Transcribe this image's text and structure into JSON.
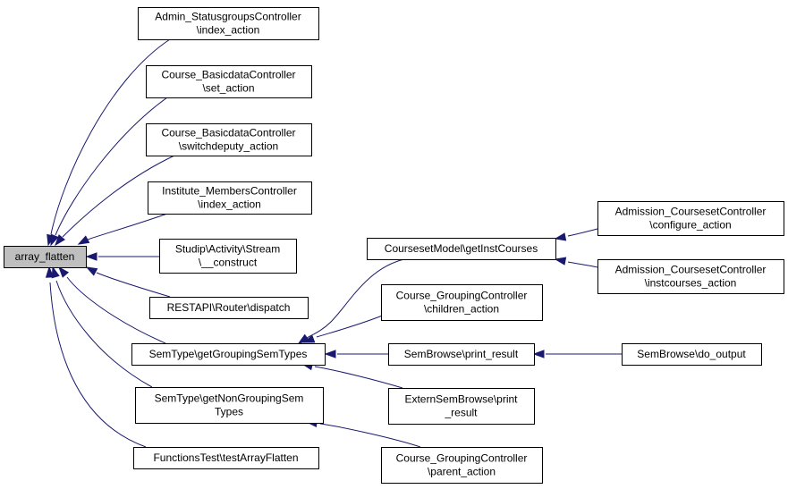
{
  "colors": {
    "edge": "#191970",
    "node_border": "#000000",
    "root_fill": "#bfbfbf",
    "node_fill": "#ffffff",
    "background": "#ffffff"
  },
  "nodes": {
    "array_flatten": [
      "array_flatten"
    ],
    "admin_statusgroups": [
      "Admin_StatusgroupsController",
      "\\index_action"
    ],
    "course_basicdata_set": [
      "Course_BasicdataController",
      "\\set_action"
    ],
    "course_basicdata_switchdeputy": [
      "Course_BasicdataController",
      "\\switchdeputy_action"
    ],
    "institute_members": [
      "Institute_MembersController",
      "\\index_action"
    ],
    "studip_activity_stream": [
      "Studip\\Activity\\Stream",
      "\\__construct"
    ],
    "restapi_router": [
      "RESTAPI\\Router\\dispatch"
    ],
    "semtype_grouping": [
      "SemType\\getGroupingSemTypes"
    ],
    "semtype_nongrouping": [
      "SemType\\getNonGroupingSem",
      "Types"
    ],
    "functionstest": [
      "FunctionsTest\\testArrayFlatten"
    ],
    "coursesetmodel": [
      "CoursesetModel\\getInstCourses"
    ],
    "course_grouping_children": [
      "Course_GroupingController",
      "\\children_action"
    ],
    "sembrowse_print": [
      "SemBrowse\\print_result"
    ],
    "externsembrowse_print": [
      "ExternSemBrowse\\print",
      "_result"
    ],
    "course_grouping_parent": [
      "Course_GroupingController",
      "\\parent_action"
    ],
    "admission_configure": [
      "Admission_CoursesetController",
      "\\configure_action"
    ],
    "admission_instcourses": [
      "Admission_CoursesetController",
      "\\instcourses_action"
    ],
    "sembrowse_output": [
      "SemBrowse\\do_output"
    ]
  },
  "edges": [
    [
      "admin_statusgroups",
      "array_flatten"
    ],
    [
      "course_basicdata_set",
      "array_flatten"
    ],
    [
      "course_basicdata_switchdeputy",
      "array_flatten"
    ],
    [
      "institute_members",
      "array_flatten"
    ],
    [
      "studip_activity_stream",
      "array_flatten"
    ],
    [
      "restapi_router",
      "array_flatten"
    ],
    [
      "semtype_grouping",
      "array_flatten"
    ],
    [
      "semtype_nongrouping",
      "array_flatten"
    ],
    [
      "functionstest",
      "array_flatten"
    ],
    [
      "coursesetmodel",
      "semtype_grouping"
    ],
    [
      "course_grouping_children",
      "semtype_grouping"
    ],
    [
      "sembrowse_print",
      "semtype_grouping"
    ],
    [
      "externsembrowse_print",
      "semtype_grouping"
    ],
    [
      "course_grouping_parent",
      "semtype_nongrouping"
    ],
    [
      "admission_configure",
      "coursesetmodel"
    ],
    [
      "admission_instcourses",
      "coursesetmodel"
    ],
    [
      "sembrowse_output",
      "sembrowse_print"
    ]
  ]
}
